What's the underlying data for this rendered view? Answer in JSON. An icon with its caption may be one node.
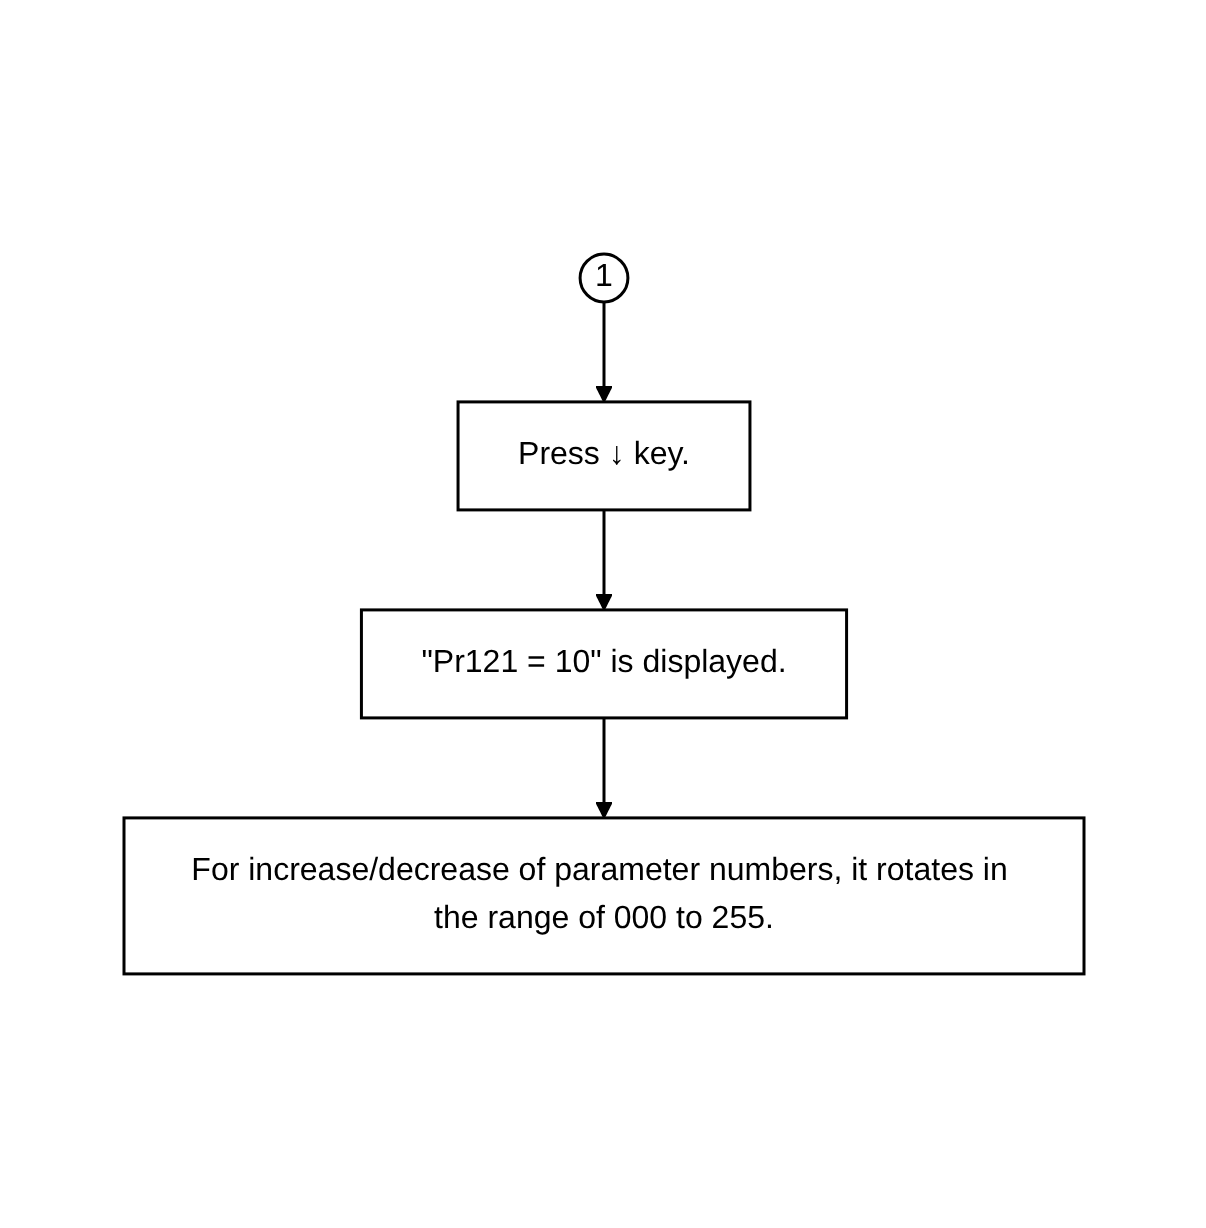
{
  "diagram": {
    "nodes": [
      {
        "text": [
          "1"
        ]
      },
      {
        "text": [
          "Press ↓ key."
        ]
      },
      {
        "text": [
          "\"Pr121 = 10\" is displayed."
        ]
      },
      {
        "text": [
          "For increase/decrease of parameter numbers, it rotates in the range of 000 to 255."
        ]
      }
    ],
    "edges": [
      {
        "from": 0,
        "to": 1,
        "arrow": "to"
      },
      {
        "from": 1,
        "to": 2,
        "arrow": "to"
      },
      {
        "from": 2,
        "to": 3,
        "arrow": "to"
      }
    ]
  }
}
